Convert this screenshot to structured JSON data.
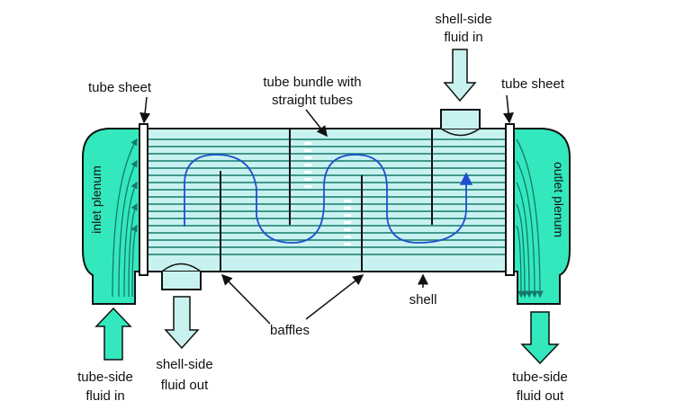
{
  "labels": {
    "shell_side_in_1": "shell-side",
    "shell_side_in_2": "fluid in",
    "tube_sheet_left": "tube sheet",
    "tube_sheet_right": "tube sheet",
    "tube_bundle_1": "tube bundle with",
    "tube_bundle_2": "straight tubes",
    "inlet_plenum": "inlet  plenum",
    "outlet_plenum": "outlet  plenum",
    "shell": "shell",
    "baffles": "baffles",
    "shell_side_out_1": "shell-side",
    "shell_side_out_2": "fluid out",
    "tube_side_in_1": "tube-side",
    "tube_side_in_2": "fluid in",
    "tube_side_out_1": "tube-side",
    "tube_side_out_2": "fluid out"
  },
  "colors": {
    "plenum_fill": "#33e8bd",
    "shell_fill": "#c8f2f0",
    "nozzle_fill": "#c8f2f0",
    "tube_line": "#147a6a",
    "flow_arrow": "#1f4fd0",
    "outline": "#111111"
  }
}
